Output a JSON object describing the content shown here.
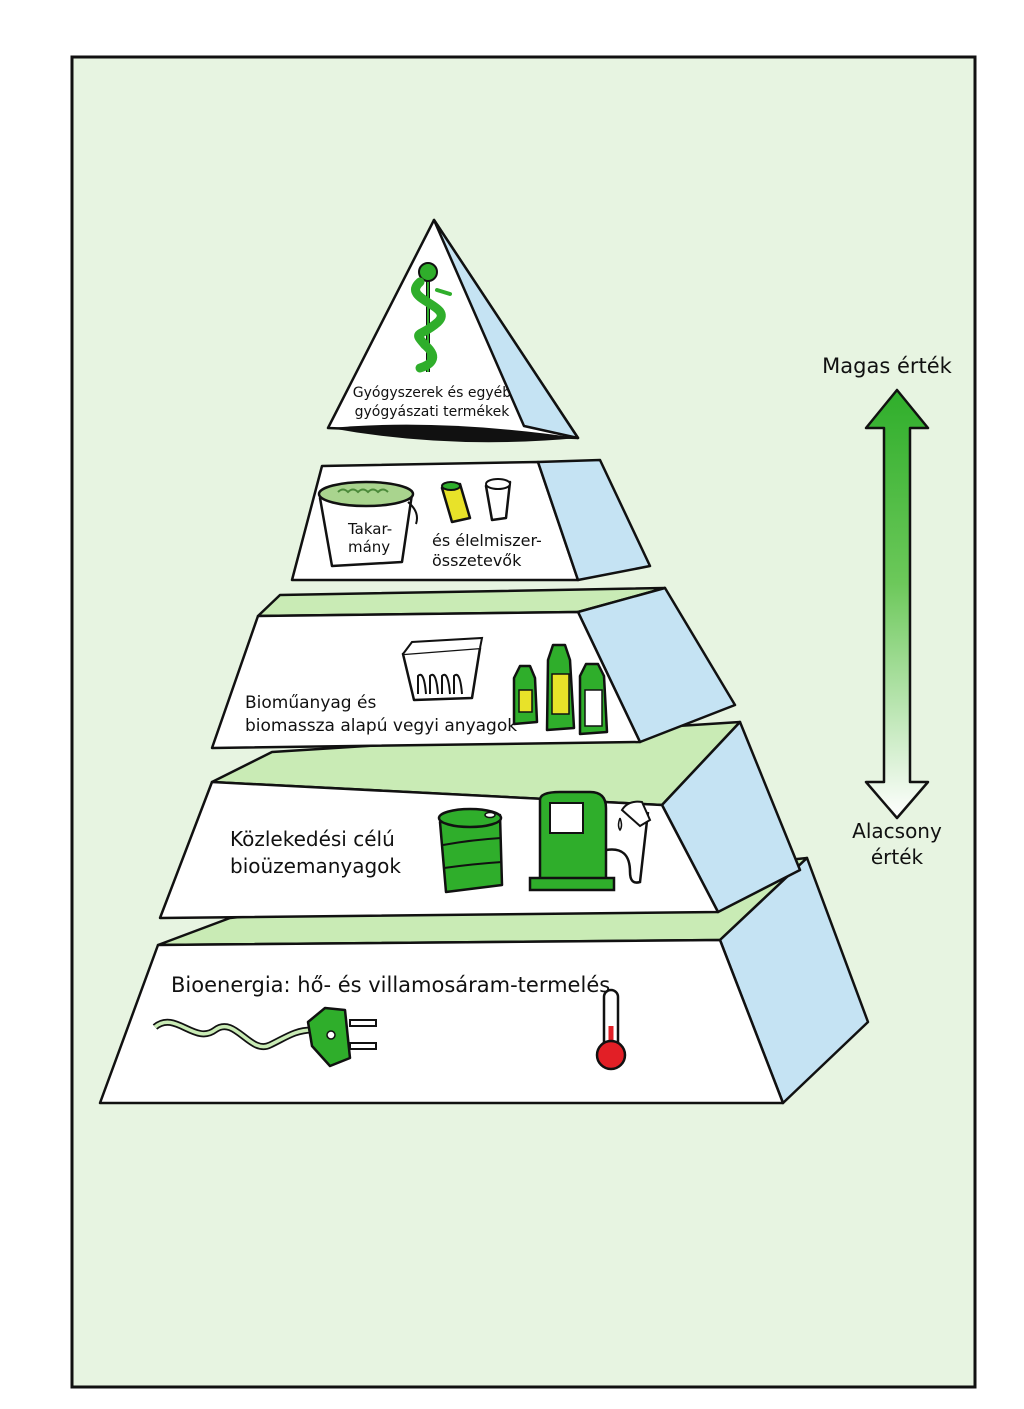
{
  "colors": {
    "background": "#e7f4e1",
    "face": "#ffffff",
    "top": "#c9ebb5",
    "side": "#c5e3f3",
    "accent": "#2fae2b",
    "red": "#e21f26",
    "yellow": "#e8e229"
  },
  "arrow": {
    "high_label": "Magas érték",
    "low_label_line1": "Alacsony",
    "low_label_line2": "érték"
  },
  "levels": {
    "pharma": {
      "line1": "Gyógyszerek és egyéb",
      "line2": "gyógyászati termékek",
      "icon": "rod-of-asclepius-icon"
    },
    "feed": {
      "bucket_line1": "Takar-",
      "bucket_line2": "mány",
      "line1": "és élelmiszer-",
      "line2": "összetevők",
      "icon": "feed-bucket-icon"
    },
    "bioplastic": {
      "line1": "Bioműanyag és",
      "line2": "biomassza alapú vegyi anyagok",
      "icon": "bottles-icon"
    },
    "biofuel": {
      "line1": "Közlekedési célú",
      "line2": "bioüzemanyagok",
      "icon": "fuel-pump-icon"
    },
    "bioenergy": {
      "line1": "Bioenergia: hő- és villamosáram-termelés",
      "icon": "thermometer-icon"
    }
  }
}
